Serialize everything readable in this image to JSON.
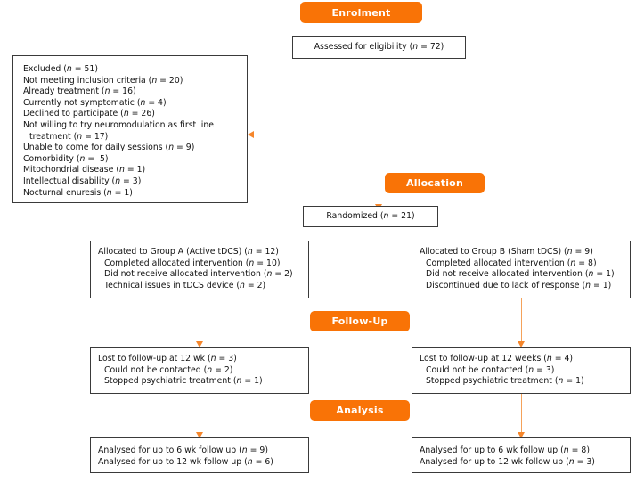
{
  "figure": {
    "type": "consort-flow-diagram",
    "accent_color": "#F97306",
    "connector_color": "#F5A25A",
    "box_border_color": "#3a3a3a"
  },
  "stages": {
    "enrolment": "Enrolment",
    "allocation": "Allocation",
    "followup": "Follow-Up",
    "analysis": "Analysis"
  },
  "enrolment": {
    "assessed": "Assessed for eligibility (n = 72)",
    "assessed_label": "Assessed for eligibility (",
    "assessed_n": "n",
    "assessed_value": " = 72)"
  },
  "excluded": {
    "heading_pre": "Excluded (",
    "heading_it": "n",
    "heading_post": " = 51)",
    "reasons": [
      {
        "text_pre": "Not meeting inclusion criteria (",
        "it": "n",
        "text_post": " = 20)"
      },
      {
        "text_pre": "Already treatment (",
        "it": "n",
        "text_post": " = 16)"
      },
      {
        "text_pre": "Currently not symptomatic (",
        "it": "n",
        "text_post": " = 4)"
      },
      {
        "text_pre": "Declined to participate (",
        "it": "n",
        "text_post": " = 26)"
      },
      {
        "text_pre": "Not willing to try neuromodulation as first line treatment (",
        "it": "n",
        "text_post": " = 17)"
      },
      {
        "text_pre": "Unable to come for daily sessions (",
        "it": "n",
        "text_post": " = 9)"
      },
      {
        "text_pre": "Comorbidity (",
        "it": "n",
        "text_post": " =  5)"
      },
      {
        "text_pre": "Mitochondrial disease (",
        "it": "n",
        "text_post": " = 1)"
      },
      {
        "text_pre": "Intellectual disability (",
        "it": "n",
        "text_post": " = 3)"
      },
      {
        "text_pre": "Nocturnal enuresis (",
        "it": "n",
        "text_post": " = 1)"
      }
    ]
  },
  "randomized": {
    "pre": "Randomized (",
    "it": "n",
    "post": " = 21)"
  },
  "allocation_boxes": {
    "group_a": [
      {
        "pre": "Allocated to Group A (Active tDCS) (",
        "it": "n",
        "post": " = 12)",
        "indent": false
      },
      {
        "pre": "Completed allocated intervention (",
        "it": "n",
        "post": " = 10)",
        "indent": true
      },
      {
        "pre": "Did not receive allocated intervention (",
        "it": "n",
        "post": " = 2)",
        "indent": true
      },
      {
        "pre": "Technical issues in tDCS device (",
        "it": "n",
        "post": " = 2)",
        "indent": true
      }
    ],
    "group_b": [
      {
        "pre": "Allocated to Group B (Sham tDCS) (",
        "it": "n",
        "post": " = 9)",
        "indent": false
      },
      {
        "pre": "Completed allocated intervention (",
        "it": "n",
        "post": " = 8)",
        "indent": true
      },
      {
        "pre": "Did not receive allocated intervention (",
        "it": "n",
        "post": " = 1)",
        "indent": true
      },
      {
        "pre": "Discontinued due to lack of response (",
        "it": "n",
        "post": " = 1)",
        "indent": true
      }
    ]
  },
  "followup_boxes": {
    "group_a": [
      {
        "pre": "Lost to follow-up at 12 wk (",
        "it": "n",
        "post": " = 3)",
        "indent": false
      },
      {
        "pre": "Could not be contacted (",
        "it": "n",
        "post": " = 2)",
        "indent": true
      },
      {
        "pre": "Stopped psychiatric treatment (",
        "it": "n",
        "post": " = 1)",
        "indent": true
      }
    ],
    "group_b": [
      {
        "pre": "Lost to follow-up at 12 weeks (",
        "it": "n",
        "post": " = 4)",
        "indent": false
      },
      {
        "pre": "Could not be contacted (",
        "it": "n",
        "post": " = 3)",
        "indent": true
      },
      {
        "pre": "Stopped psychiatric treatment (",
        "it": "n",
        "post": " = 1)",
        "indent": true
      }
    ]
  },
  "analysis_boxes": {
    "group_a": [
      {
        "pre": "Analysed for up to 6 wk follow up (",
        "it": "n",
        "post": " = 9)",
        "indent": false
      },
      {
        "pre": "Analysed for up to 12 wk follow up (",
        "it": "n",
        "post": " = 6)",
        "indent": false
      }
    ],
    "group_b": [
      {
        "pre": "Analysed for up to 6 wk follow up (",
        "it": "n",
        "post": " = 8)",
        "indent": false
      },
      {
        "pre": "Analysed for up to 12 wk follow up (",
        "it": "n",
        "post": " = 3)",
        "indent": false
      }
    ]
  }
}
